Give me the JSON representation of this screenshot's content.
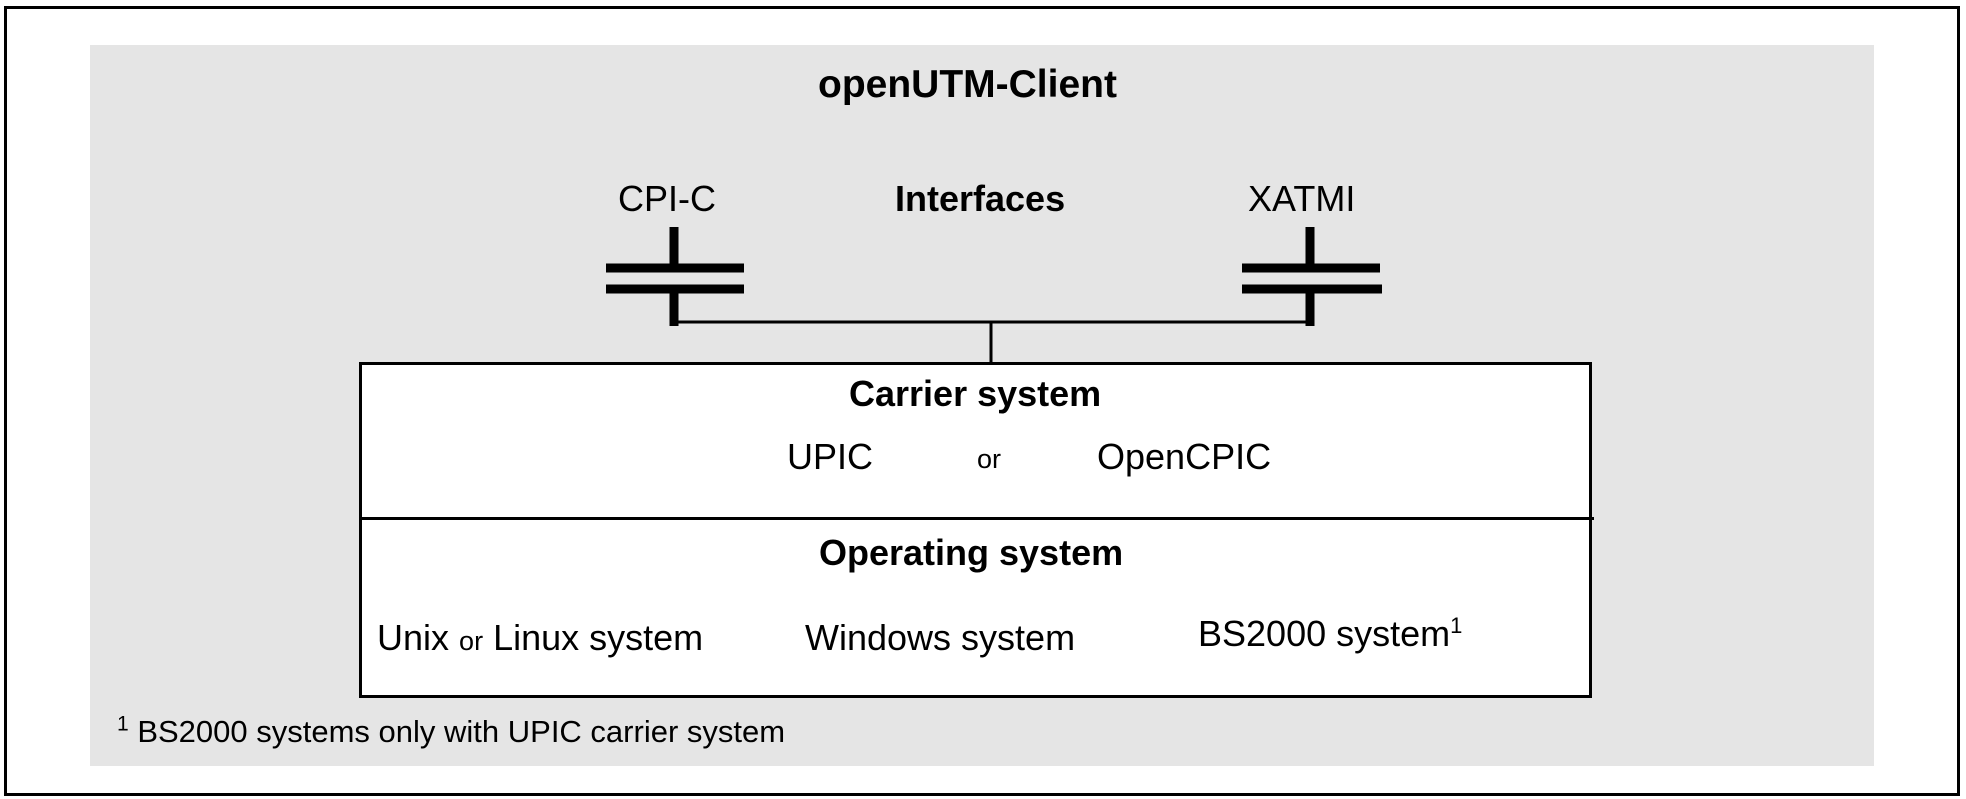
{
  "title": "openUTM-Client",
  "interfaces": {
    "heading": "Interfaces",
    "left": "CPI-C",
    "right": "XATMI"
  },
  "carrier_system": {
    "heading": "Carrier system",
    "option_a": "UPIC",
    "separator": "or",
    "option_b": "OpenCPIC"
  },
  "operating_system": {
    "heading": "Operating system",
    "unix_a": "Unix",
    "unix_or": "or",
    "unix_b": "Linux system",
    "windows": "Windows system",
    "bs2000": "BS2000 system",
    "bs2000_footnote_ref": "1"
  },
  "footnote": {
    "marker": "1",
    "text": "BS2000 systems only with UPIC carrier system"
  },
  "colors": {
    "panel_background": "#e5e5e5",
    "line": "#000000"
  }
}
